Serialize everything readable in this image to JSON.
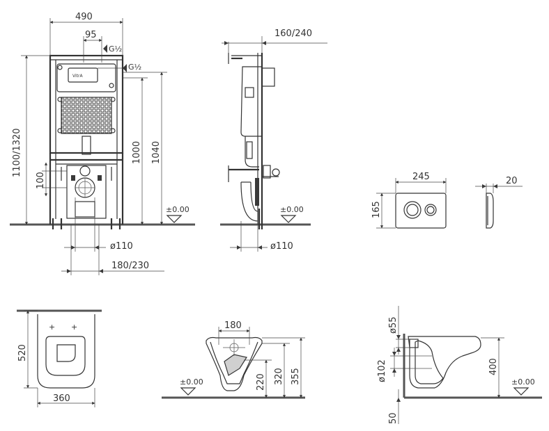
{
  "frame_front": {
    "width": "490",
    "offset_top": "95",
    "pipe_a": "G½",
    "pipe_b": "G½",
    "logo": "VitrA",
    "height_total": "1100/1320",
    "height_inner": "1000",
    "height_outer": "1040",
    "drain_offset": "100",
    "zero_level": "±0.00",
    "drain_dia": "ø110",
    "drain_spacing": "180/230"
  },
  "frame_side": {
    "depth": "160/240",
    "zero_level": "±0.00",
    "drain_dia": "ø110"
  },
  "flush_plate": {
    "width": "245",
    "height": "165",
    "thickness": "20"
  },
  "bowl_top": {
    "length": "520",
    "width": "360"
  },
  "bowl_front": {
    "width": "180",
    "zero_level": "±0.00",
    "h1": "220",
    "h2": "320",
    "h3": "355"
  },
  "bowl_side": {
    "inlet_dia": "ø55",
    "outlet_dia": "ø102",
    "height": "400",
    "bottom": "50",
    "zero_level": "±0.00"
  }
}
